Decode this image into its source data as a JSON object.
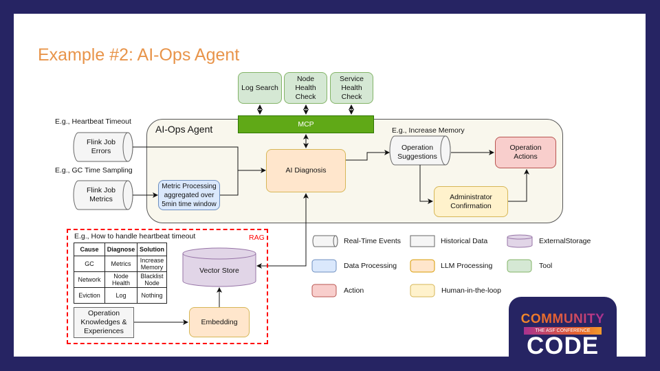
{
  "slide": {
    "title": "Example #2: AI-Ops Agent"
  },
  "tools": [
    {
      "label": "Log Search"
    },
    {
      "label": "Node Health Check"
    },
    {
      "label": "Service Health Check"
    }
  ],
  "agent": {
    "label": "AI-Ops Agent",
    "mcp": "MCP",
    "ai_diagnosis": "AI Diagnosis",
    "metric_processing": "Metric Processing aggregated over 5min time window",
    "operation_suggestions": "Operation Suggestions",
    "suggestions_example": "E.g., Increase Memory",
    "operation_actions": "Operation Actions",
    "admin_confirmation": "Administrator Confirmation"
  },
  "inputs": [
    {
      "example": "E.g., Heartbeat Timeout",
      "label": "Flink Job Errors"
    },
    {
      "example": "E.g., GC Time Sampling",
      "label": "Flink Job Metrics"
    }
  ],
  "rag": {
    "label": "RAG",
    "example": "E.g., How to handle heartbeat timeout",
    "table": {
      "headers": [
        "Cause",
        "Diagnose",
        "Solution"
      ],
      "rows": [
        [
          "GC",
          "Metrics",
          "Increase Memory"
        ],
        [
          "Network",
          "Node Health",
          "Blacklist Node"
        ],
        [
          "Eviction",
          "Log",
          "Nothing"
        ]
      ]
    },
    "knowledge": "Operation Knowledges & Experiences",
    "embedding": "Embedding",
    "vector_store": "Vector Store"
  },
  "legend": [
    {
      "shape": "cylinder-h",
      "label": "Real-Time Events",
      "color": "#F5F5F5"
    },
    {
      "shape": "rect",
      "label": "Historical Data",
      "color": "#F5F5F5"
    },
    {
      "shape": "cylinder-v",
      "label": "ExternalStorage",
      "color": "#E1D5E7"
    },
    {
      "shape": "rounded",
      "label": "Data Processing",
      "color": "#DAE8FC"
    },
    {
      "shape": "rounded",
      "label": "LLM Processing",
      "color": "#FFE6CC"
    },
    {
      "shape": "rounded",
      "label": "Tool",
      "color": "#D5E8D4"
    },
    {
      "shape": "rounded",
      "label": "Action",
      "color": "#F8CECC"
    },
    {
      "shape": "rounded",
      "label": "Human-in-the-loop",
      "color": "#FFF2CC"
    }
  ],
  "logo": {
    "line1": "COMMUNITY",
    "line2": "THE ASF CONFERENCE",
    "line3": "CODE"
  },
  "colors": {
    "background": "#262463",
    "title": "#E8944A",
    "mcp": "#60A917",
    "rag_border": "#FF0000"
  }
}
